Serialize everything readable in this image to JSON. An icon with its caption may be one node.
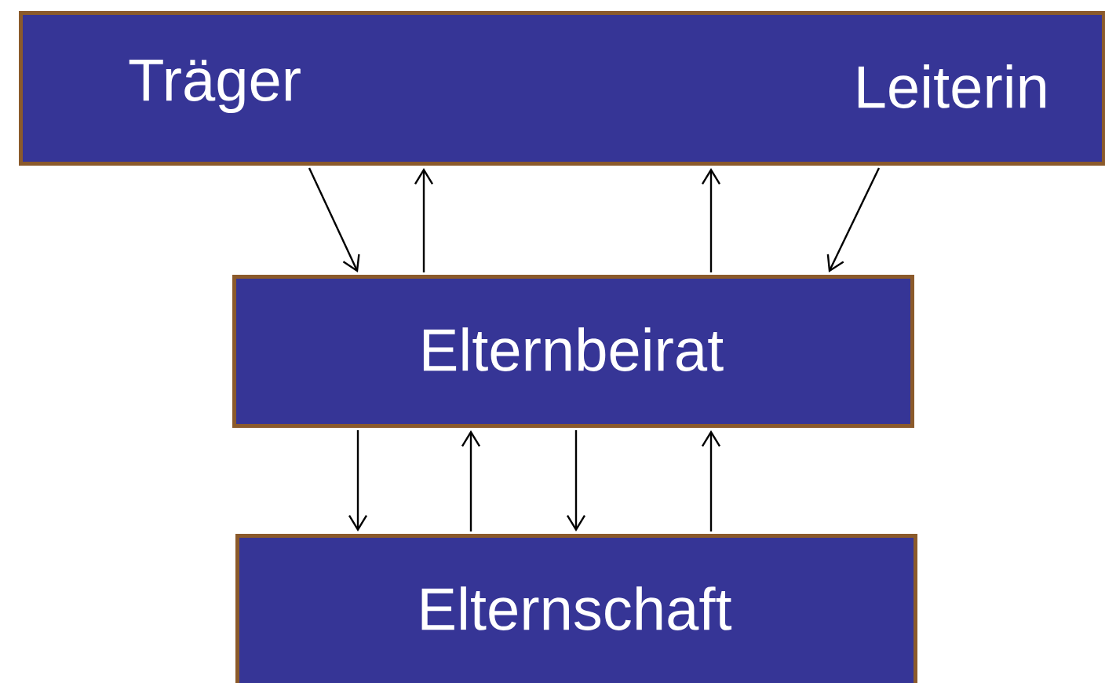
{
  "diagram": {
    "nodes": [
      {
        "text": [
          "Träger",
          "Leiterin"
        ]
      },
      {
        "text": [
          "Elternbeirat"
        ]
      },
      {
        "text": [
          "Elternschaft"
        ]
      }
    ],
    "edges": [
      {
        "from": 0,
        "to": 1,
        "arrow": "to"
      },
      {
        "from": 1,
        "to": 0,
        "arrow": "to"
      },
      {
        "from": 1,
        "to": 0,
        "arrow": "to"
      },
      {
        "from": 0,
        "to": 1,
        "arrow": "to"
      },
      {
        "from": 1,
        "to": 2,
        "arrow": "to"
      },
      {
        "from": 2,
        "to": 1,
        "arrow": "to"
      },
      {
        "from": 1,
        "to": 2,
        "arrow": "to"
      },
      {
        "from": 2,
        "to": 1,
        "arrow": "to"
      }
    ]
  }
}
